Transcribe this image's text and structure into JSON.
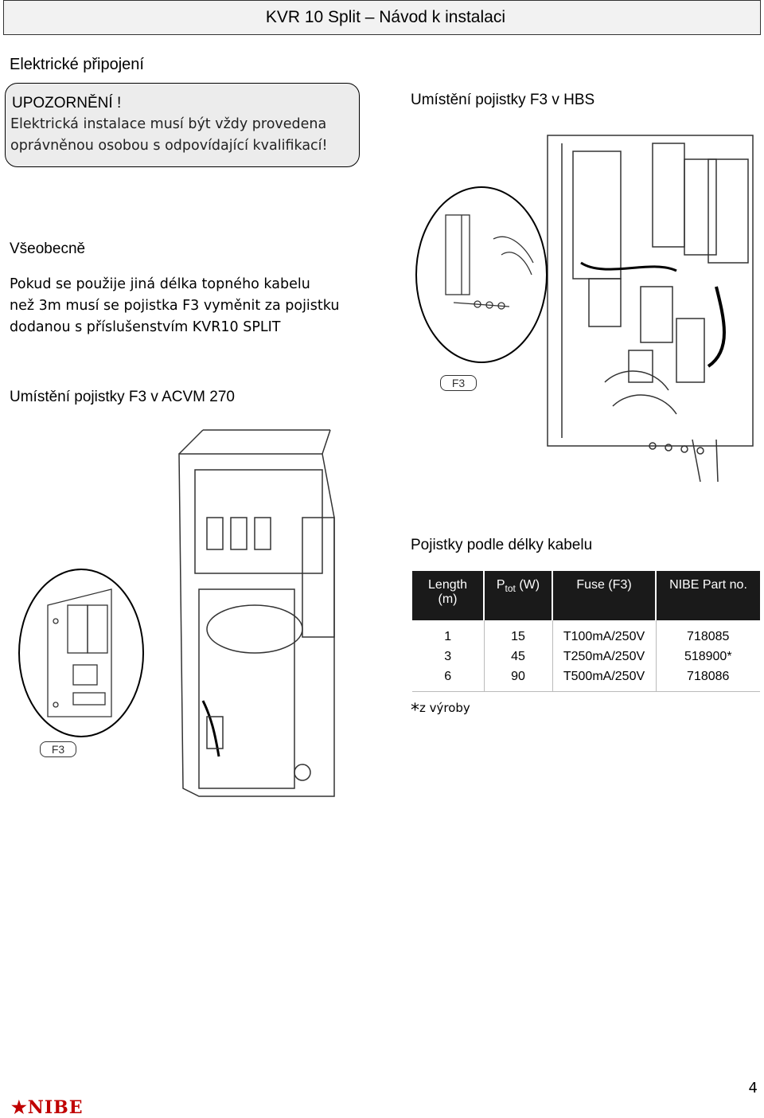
{
  "header": {
    "title": "KVR 10 Split – Návod k instalaci"
  },
  "section_electrical": "Elektrické připojení",
  "warning": {
    "title": "UPOZORNĚNÍ !",
    "lines": [
      "Elektrická instalace musí být vždy provedena",
      "oprávněnou osobou s odpovídající kvalifikací!"
    ]
  },
  "general": {
    "title": "Všeobecně",
    "lines": [
      "Pokud se použije jiná délka topného kabelu",
      "než 3m musí se pojistka F3 vyměnit za pojistku",
      "dodanou s příslušenstvím KVR10 SPLIT"
    ]
  },
  "hbs_title": "Umístění pojistky  F3  v HBS",
  "acvm_title": "Umístění pojistky  F3  v ACVM 270",
  "f3_label": "F3",
  "fuse_table": {
    "title": "Pojistky podle délky kabelu",
    "headers": {
      "length": "Length",
      "length_unit": "(m)",
      "ptot_p": "P",
      "ptot_sub": "tot",
      "ptot_unit": "(W)",
      "fuse": "Fuse (F3)",
      "part": "NIBE Part no."
    },
    "rows": [
      [
        "1",
        "15",
        "T100mA/250V",
        "718085"
      ],
      [
        "3",
        "45",
        "T250mA/250V",
        "518900*"
      ],
      [
        "6",
        "90",
        "T500mA/250V",
        "718086"
      ]
    ]
  },
  "footnote": {
    "star": "*",
    "text": "z výroby"
  },
  "page_number": "4",
  "logo_text": "NIBE"
}
